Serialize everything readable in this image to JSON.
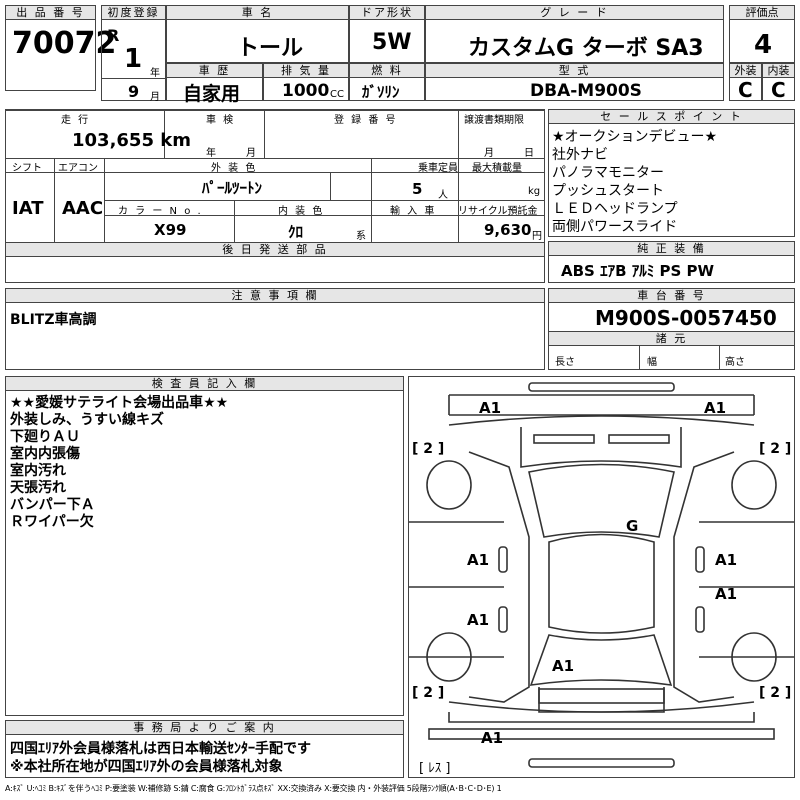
{
  "header": {
    "lot_label": "出 品 番 号",
    "lot_no": "70072",
    "first_reg_label": "初度登録",
    "era": "R",
    "reg_year": "1",
    "year_unit": "年",
    "reg_month": "9",
    "month_unit": "月",
    "car_name_label": "車 名",
    "car_name": "トール",
    "doors_label": "ドア形状",
    "doors": "5W",
    "grade_label": "グ レ ー ド",
    "grade": "カスタムG ターボ SA3",
    "score_label": "評価点",
    "score": "4",
    "history_label": "車 歴",
    "history": "自家用",
    "displacement_label": "排 気 量",
    "displacement": "1000",
    "cc_unit": "CC",
    "fuel_label": "燃 料",
    "fuel": "ｶﾞｿﾘﾝ",
    "model_label": "型 式",
    "model": "DBA-M900S",
    "ext_label": "外装",
    "ext": "C",
    "int_label": "内装",
    "int": "C"
  },
  "row2": {
    "mileage_label": "走 行",
    "mileage": "103,655 km",
    "inspection_label": "車 検",
    "insp_year_unit": "年",
    "insp_month_unit": "月",
    "regno_label": "登 録 番 号",
    "transfer_label": "譲渡書類期限",
    "tr_month_unit": "月",
    "tr_day_unit": "日",
    "shift_label": "シフト",
    "shift": "IAT",
    "ac_label": "エアコン",
    "ac": "AAC",
    "color_label": "外 装 色",
    "color": "ﾊﾟｰﾙﾂｰﾄﾝ",
    "capacity_label": "乗車定員",
    "capacity": "5",
    "capacity_unit": "人",
    "load_label": "最大積載量",
    "load_unit": "kg",
    "color_no_label": "カ ラ ー N o .",
    "color_no": "X99",
    "interior_label": "内 装 色",
    "interior": "ｸﾛ",
    "interior_unit": "系",
    "import_label": "輸 入 車",
    "recycle_label": "リサイクル預託金",
    "recycle": "9,630",
    "recycle_unit": "円",
    "later_label": "後 日 発 送 部 品"
  },
  "sales_points": {
    "label": "セ ー ル ス ポ イ ン ト",
    "lines": [
      "★オークションデビュー★",
      "社外ナビ",
      "パノラマモニター",
      "プッシュスタート",
      "ＬＥＤヘッドランプ",
      "両側パワースライド"
    ]
  },
  "equipment": {
    "label": "純 正 装 備",
    "text": "ABS ｴｱB ｱﾙﾐ PS PW"
  },
  "notes": {
    "label": "注 意 事 項 欄",
    "text": "BLITZ車高調"
  },
  "chassis": {
    "label": "車 台 番 号",
    "number": "M900S-0057450",
    "dims_label": "諸 元",
    "length": "長さ",
    "width": "幅",
    "height": "高さ"
  },
  "inspector": {
    "label": "検 査 員 記 入 欄",
    "lines": [
      "★★愛媛サテライト会場出品車★★",
      "外装しみ、うすい線キズ",
      "下廻りＡＵ",
      "室内内張傷",
      "室内汚れ",
      "天張汚れ",
      "バンパー下Ａ",
      "Ｒワイパー欠"
    ]
  },
  "diagram": {
    "marks": [
      "A1",
      "A1",
      "A1",
      "A1",
      "A1",
      "A1",
      "A1",
      "A1",
      "G"
    ],
    "tires": [
      "[ 2 ]",
      "[ 2 ]",
      "[ 2 ]",
      "[ 2 ]"
    ],
    "spare": "[ ﾚｽ ]"
  },
  "office": {
    "label": "事 務 局 よ り ご 案 内",
    "lines": [
      "四国ｴﾘｱ外会員様落札は西日本輸送ｾﾝﾀｰ手配です",
      "※本社所在地が四国ｴﾘｱ外の会員様落札対象"
    ]
  },
  "legend": "A:ｷｽﾞ U:ﾍｺﾐ B:ｷｽﾞを伴うﾍｺﾐ P:要塗装 W:補修跡 S:錆 C:腐食 G:ﾌﾛﾝﾄｶﾞﾗｽ点ｷｽﾞ XX:交換済み X:要交換 内・外装評価 5段階ﾗﾝｸ順(A･B･C･D･E) 1"
}
